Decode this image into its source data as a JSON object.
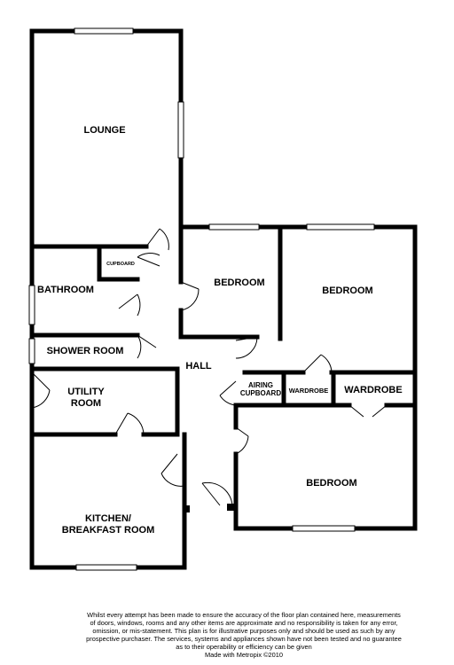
{
  "rooms": {
    "lounge": "LOUNGE",
    "cupboard_small": "CUPBOARD",
    "bathroom": "BATHROOM",
    "shower_room": "SHOWER ROOM",
    "utility_line1": "UTILITY",
    "utility_line2": "ROOM",
    "kitchen_line1": "KITCHEN/",
    "kitchen_line2": "BREAKFAST ROOM",
    "hall": "HALL",
    "bedroom_small": "BEDROOM",
    "bedroom_right": "BEDROOM",
    "airing_line1": "AIRING",
    "airing_line2": "CUPBOARD",
    "wardrobe_small": "WARDROBE",
    "wardrobe_large": "WARDROBE",
    "bedroom_bottom": "BEDROOM"
  },
  "footer": {
    "line1": "Whilst every attempt has been made to ensure the accuracy of the floor plan contained here, measurements",
    "line2": "of doors, windows, rooms and any other items are approximate and no responsibility is taken for any error,",
    "line3": "omission, or mis-statement. This plan is for illustrative purposes only and should be used as such by any",
    "line4": "prospective purchaser. The services, systems and appliances shown have not been tested and no guarantee",
    "line5": "as to their operability or efficiency can be given",
    "line6": "Made with Metropix ©2010"
  }
}
